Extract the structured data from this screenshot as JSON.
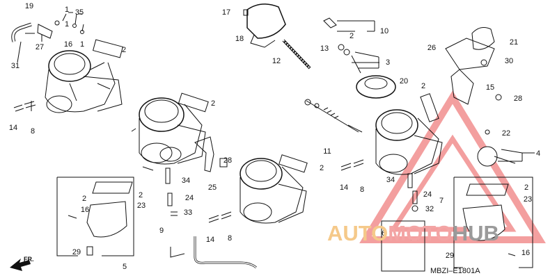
{
  "diagram_code": "MBZI–E1801A",
  "direction_label": "FR.",
  "watermark": {
    "part1": "AUTO",
    "part2": "MOTO",
    "part3": "HUB"
  },
  "callouts": [
    "1",
    "2",
    "3",
    "4",
    "5",
    "6",
    "7",
    "8",
    "9",
    "10",
    "11",
    "12",
    "13",
    "14",
    "15",
    "16",
    "17",
    "18",
    "19",
    "20",
    "21",
    "22",
    "23",
    "24",
    "25",
    "26",
    "27",
    "28",
    "29",
    "30",
    "31",
    "32",
    "33",
    "34",
    "35"
  ]
}
